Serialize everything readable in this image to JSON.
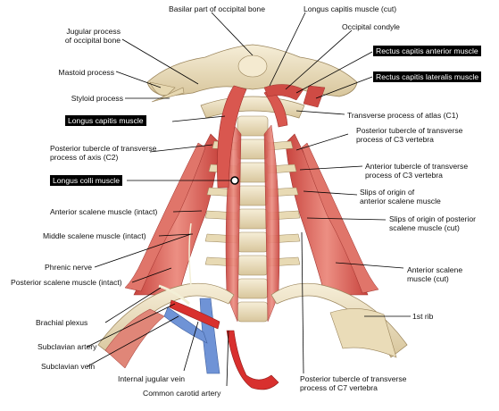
{
  "labels": {
    "basilar_part": "Basilar part of occipital bone",
    "longus_capitis_cut": "Longus capitis muscle (cut)",
    "occipital_condyle": "Occipital condyle",
    "rectus_capitis_anterior": "Rectus capitis anterior muscle",
    "rectus_capitis_lateralis": "Rectus capitis lateralis muscle",
    "jugular_process": [
      "Jugular process",
      "of occipital bone"
    ],
    "mastoid_process": "Mastoid process",
    "styloid_process": "Styloid process",
    "longus_capitis": "Longus capitis muscle",
    "transverse_process_atlas": "Transverse process of atlas (C1)",
    "posterior_tubercle_c3": [
      "Posterior tubercle of transverse",
      "process of C3 vertebra"
    ],
    "posterior_tubercle_axis": [
      "Posterior tubercle of transverse",
      "process of axis (C2)"
    ],
    "anterior_tubercle_c3": [
      "Anterior tubercle of transverse",
      "process of C3 vertebra"
    ],
    "longus_colli": "Longus colli muscle",
    "slips_anterior_scalene": [
      "Slips of origin of",
      "anterior scalene muscle"
    ],
    "anterior_scalene_intact": "Anterior scalene muscle (intact)",
    "slips_posterior_scalene": [
      "Slips of origin of posterior",
      "scalene muscle (cut)"
    ],
    "middle_scalene_intact": "Middle scalene muscle (intact)",
    "phrenic_nerve": "Phrenic nerve",
    "anterior_scalene_cut": [
      "Anterior scalene",
      "muscle (cut)"
    ],
    "posterior_scalene_intact": "Posterior scalene muscle (intact)",
    "first_rib": "1st rib",
    "brachial_plexus": "Brachial plexus",
    "subclavian_artery": "Subclavian artery",
    "subclavian_vein": "Subclavian vein",
    "internal_jugular_vein": "Internal jugular vein",
    "posterior_tubercle_c7": [
      "Posterior tubercle of transverse",
      "process of C7 vertebra"
    ],
    "common_carotid_artery": "Common carotid artery"
  },
  "colors": {
    "muscle": "#d9574f",
    "muscle_light": "#f0a69a",
    "bone": "#efe3c4",
    "bone_shade": "#c9b58a",
    "vein": "#6f93d6",
    "artery": "#d8302e",
    "leader": "#000000"
  }
}
